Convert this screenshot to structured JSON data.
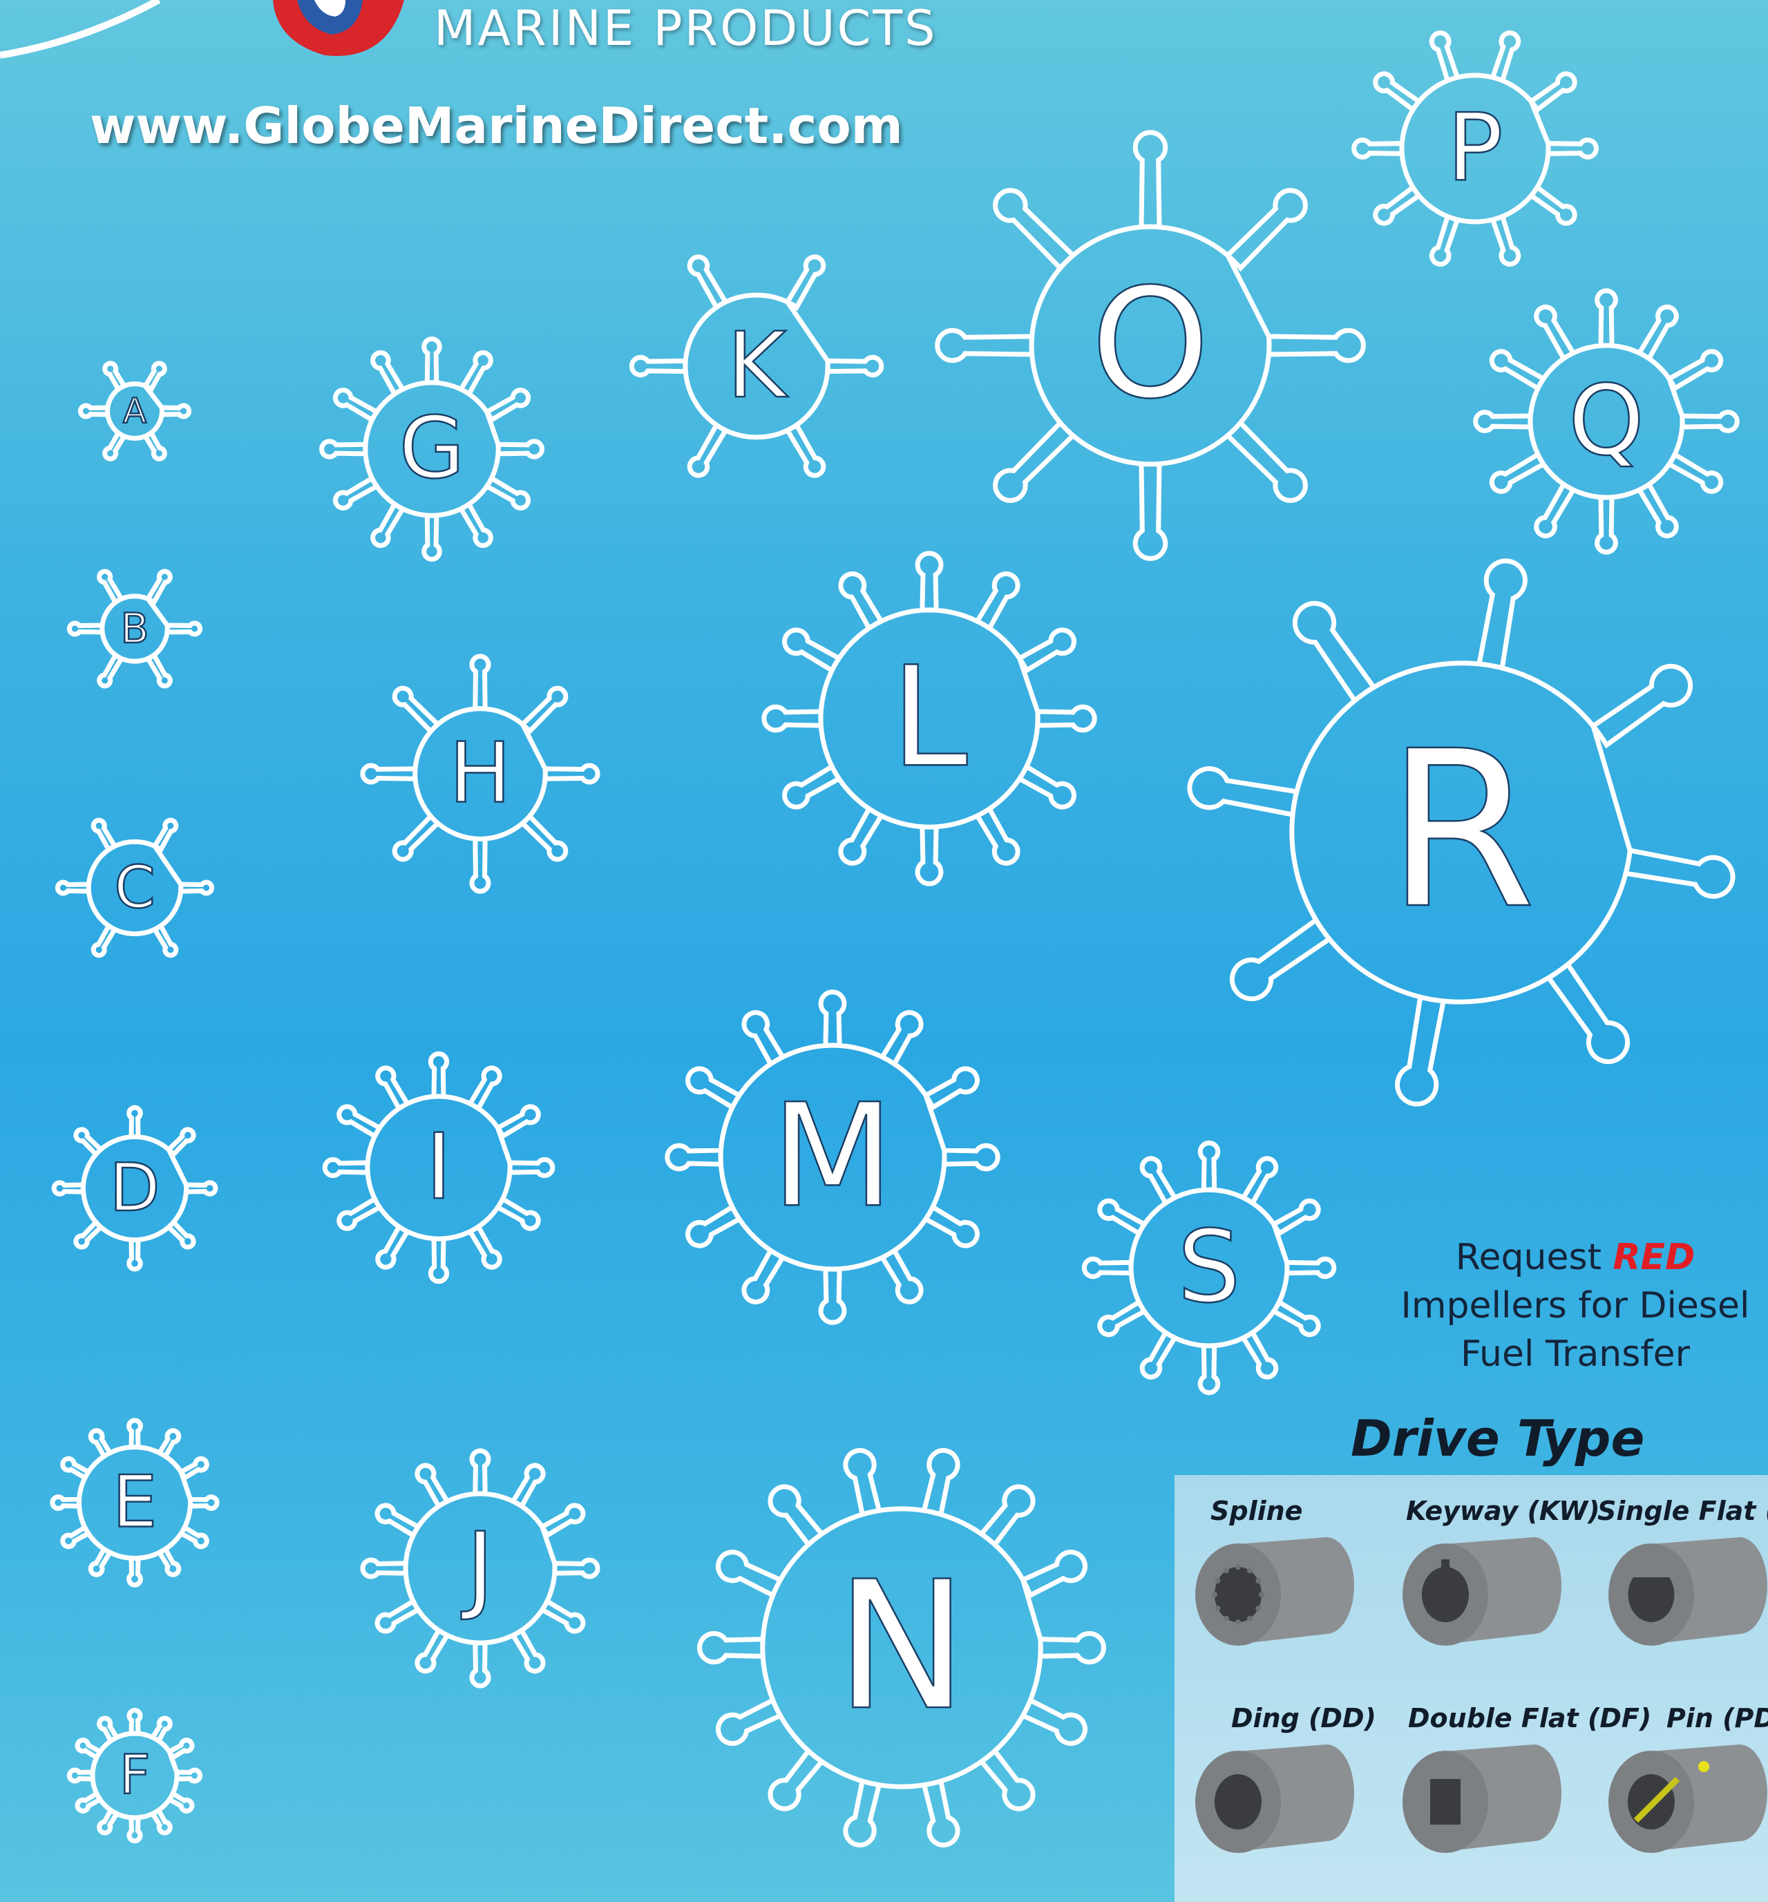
{
  "brand": {
    "tagline": "MARINE PRODUCTS",
    "website": "www.GlobeMarineDirect.com"
  },
  "notice": {
    "line1_prefix": "Request ",
    "line1_highlight": "RED",
    "line2": "Impellers for Diesel",
    "line3": "Fuel Transfer"
  },
  "drive_type": {
    "title": "Drive Type",
    "types": [
      {
        "label": "Spline",
        "style": "spline"
      },
      {
        "label": "Keyway (KW)",
        "style": "keyway"
      },
      {
        "label": "Single Flat (SF)",
        "style": "single-flat"
      },
      {
        "label": "Ding (DD)",
        "style": "ding"
      },
      {
        "label": "Double Flat (DF)",
        "style": "double-flat"
      },
      {
        "label": "Pin (PD)",
        "style": "pin"
      }
    ]
  },
  "impellers": [
    {
      "letter": "A",
      "vanes": 6
    },
    {
      "letter": "B",
      "vanes": 6
    },
    {
      "letter": "C",
      "vanes": 6
    },
    {
      "letter": "D",
      "vanes": 8
    },
    {
      "letter": "E",
      "vanes": 12
    },
    {
      "letter": "F",
      "vanes": 12
    },
    {
      "letter": "G",
      "vanes": 12
    },
    {
      "letter": "H",
      "vanes": 8
    },
    {
      "letter": "I",
      "vanes": 12
    },
    {
      "letter": "J",
      "vanes": 12
    },
    {
      "letter": "K",
      "vanes": 6
    },
    {
      "letter": "L",
      "vanes": 12
    },
    {
      "letter": "M",
      "vanes": 12
    },
    {
      "letter": "N",
      "vanes": 14
    },
    {
      "letter": "O",
      "vanes": 8
    },
    {
      "letter": "P",
      "vanes": 10
    },
    {
      "letter": "Q",
      "vanes": 12
    },
    {
      "letter": "R",
      "vanes": 8
    },
    {
      "letter": "S",
      "vanes": 12
    }
  ],
  "colors": {
    "background": "#2ba7e2",
    "outline": "#ffffff",
    "notice_red": "#e21d24",
    "drive_body": "#8a8d90"
  }
}
